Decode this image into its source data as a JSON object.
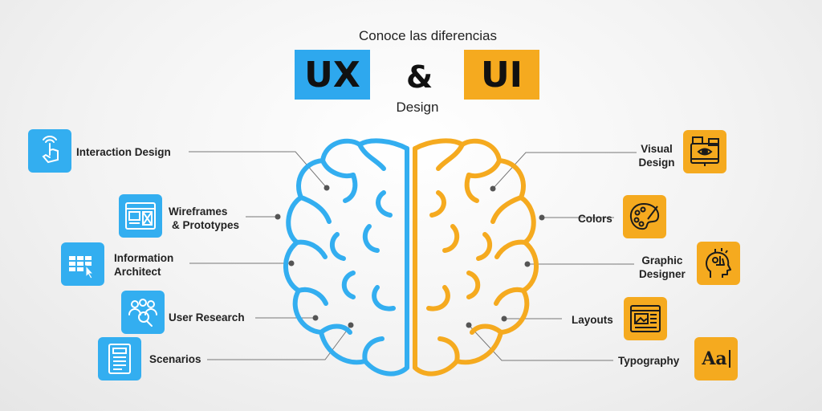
{
  "header": {
    "line1": "Conoce las diferencias",
    "ux": "UX",
    "amp": "&",
    "ui": "UI",
    "line2": "Design"
  },
  "colors": {
    "ux_blue": "#33aef0",
    "ui_orange": "#f5aa1f",
    "connector": "#555555"
  },
  "ux_items": [
    {
      "label_l1": "Interaction Design",
      "label_l2": "",
      "icon": "touch-icon"
    },
    {
      "label_l1": "Wireframes",
      "label_l2": "& Prototypes",
      "icon": "wireframe-icon"
    },
    {
      "label_l1": "Information",
      "label_l2": "Architect",
      "icon": "grid-cursor-icon"
    },
    {
      "label_l1": "User Research",
      "label_l2": "",
      "icon": "users-search-icon"
    },
    {
      "label_l1": "Scenarios",
      "label_l2": "",
      "icon": "document-icon"
    }
  ],
  "ui_items": [
    {
      "label_l1": "Visual",
      "label_l2": "Design",
      "icon": "visual-design-icon"
    },
    {
      "label_l1": "Colors",
      "label_l2": "",
      "icon": "palette-icon"
    },
    {
      "label_l1": "Graphic",
      "label_l2": "Designer",
      "icon": "creative-head-icon"
    },
    {
      "label_l1": "Layouts",
      "label_l2": "",
      "icon": "layout-icon"
    },
    {
      "label_l1": "Typography",
      "label_l2": "",
      "icon": "typography-icon"
    }
  ],
  "typography_glyph": "Aa"
}
